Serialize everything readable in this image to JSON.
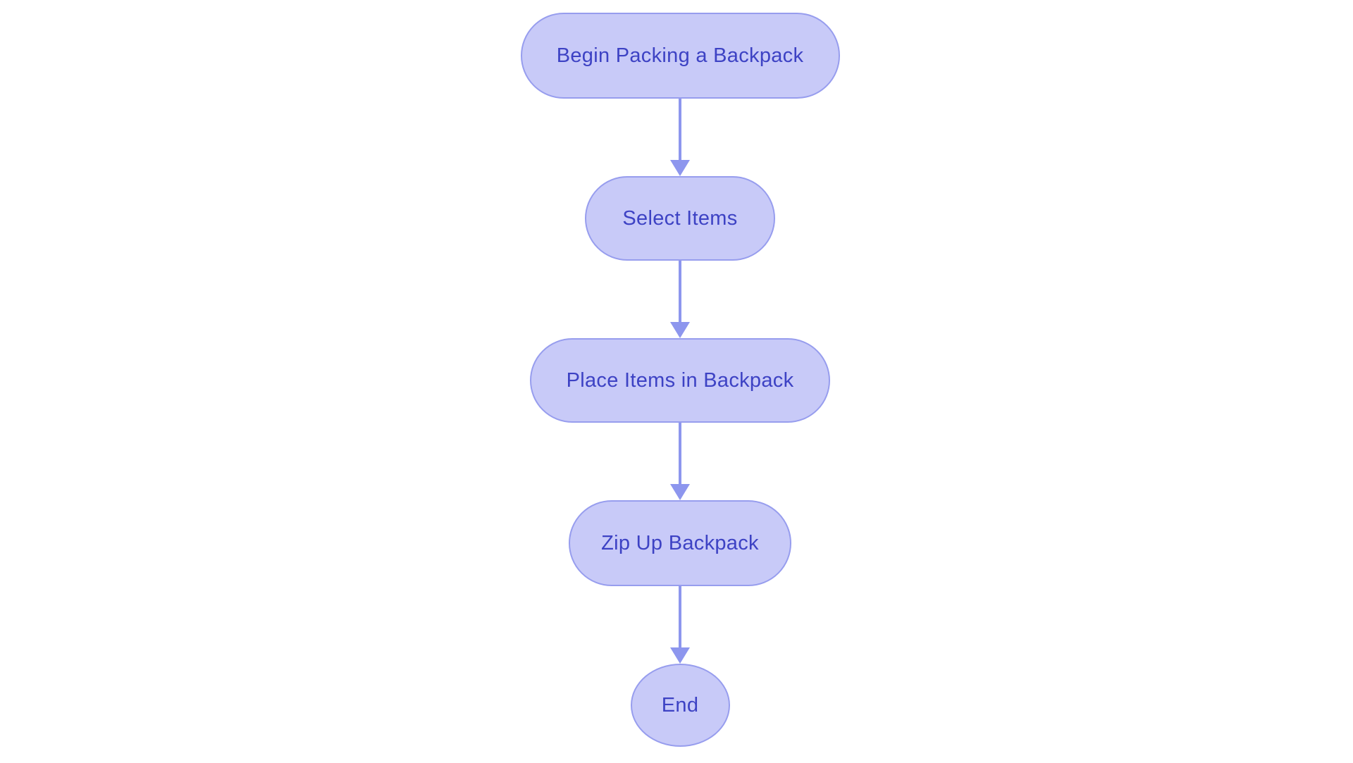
{
  "diagram": {
    "type": "flowchart",
    "direction": "top-down",
    "colors": {
      "node_fill": "#c8caf8",
      "node_border": "#979dee",
      "node_text": "#3d42c4",
      "arrow": "#8d96ee",
      "background": "#ffffff"
    },
    "nodes": [
      {
        "id": "start",
        "label": "Begin Packing a Backpack",
        "shape": "pill"
      },
      {
        "id": "select",
        "label": "Select Items",
        "shape": "pill"
      },
      {
        "id": "place",
        "label": "Place Items in Backpack",
        "shape": "pill"
      },
      {
        "id": "zip",
        "label": "Zip Up Backpack",
        "shape": "pill"
      },
      {
        "id": "end",
        "label": "End",
        "shape": "ellipse"
      }
    ],
    "edges": [
      {
        "from": "start",
        "to": "select"
      },
      {
        "from": "select",
        "to": "place"
      },
      {
        "from": "place",
        "to": "zip"
      },
      {
        "from": "zip",
        "to": "end"
      }
    ]
  }
}
